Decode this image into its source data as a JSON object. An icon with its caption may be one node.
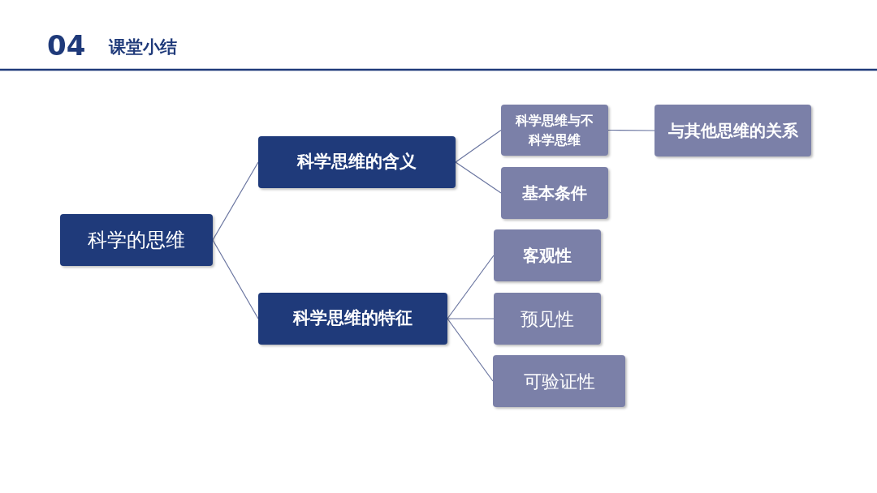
{
  "diagram": {
    "title": "课堂小结",
    "nodes": [
      {
        "text": [
          "科学的思维"
        ]
      },
      {
        "text": [
          "科学思维的含义"
        ]
      },
      {
        "text": [
          "科学思维的特征"
        ]
      },
      {
        "text": [
          "科学思维与不科学思维"
        ]
      },
      {
        "text": [
          "与其他思维的关系"
        ]
      },
      {
        "text": [
          "基本条件"
        ]
      },
      {
        "text": [
          "客观性"
        ]
      },
      {
        "text": [
          "预见性"
        ]
      },
      {
        "text": [
          "可验证性"
        ]
      }
    ],
    "edges": [
      {
        "from": 0,
        "to": 1,
        "arrow": "none"
      },
      {
        "from": 0,
        "to": 2,
        "arrow": "none"
      },
      {
        "from": 1,
        "to": 3,
        "arrow": "none"
      },
      {
        "from": 1,
        "to": 5,
        "arrow": "none"
      },
      {
        "from": 3,
        "to": 4,
        "arrow": "none"
      },
      {
        "from": 2,
        "to": 6,
        "arrow": "none"
      },
      {
        "from": 2,
        "to": 7,
        "arrow": "none"
      },
      {
        "from": 2,
        "to": 8,
        "arrow": "none"
      }
    ],
    "labels": [
      "04"
    ]
  }
}
